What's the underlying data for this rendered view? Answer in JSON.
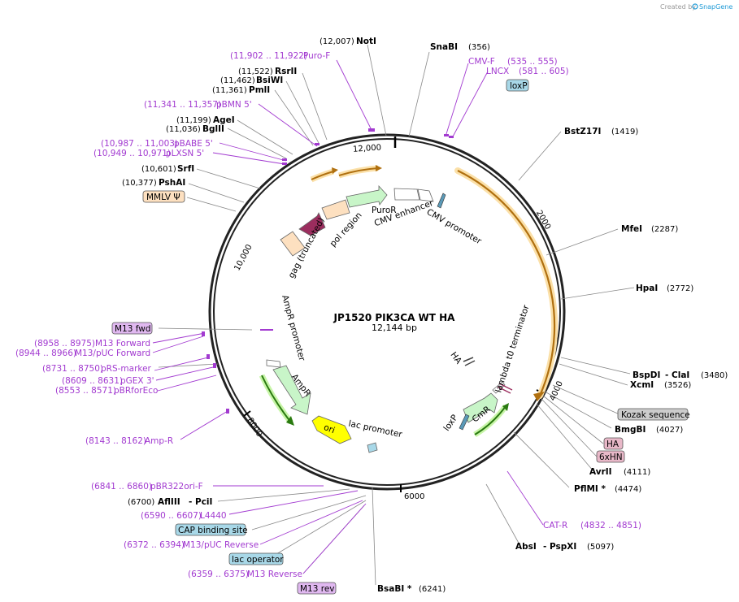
{
  "header": {
    "created_by": "Created by",
    "brand": "SnapGene"
  },
  "map": {
    "name": "JP1520 PIK3CA WT HA",
    "length": "12,144 bp",
    "ticks": [
      "12,000",
      "2000",
      "4000",
      "6000",
      "8000",
      "10,000"
    ]
  },
  "enzymes": [
    {
      "pos": "(12,007)",
      "name": "NotI"
    },
    {
      "name": "SnaBI",
      "pos": "(356)"
    },
    {
      "pos": "(11,522)",
      "name": "RsrII"
    },
    {
      "pos": "(11,462)",
      "name": "BsiWI"
    },
    {
      "pos": "(11,361)",
      "name": "PmlI"
    },
    {
      "pos": "(11,199)",
      "name": "AgeI"
    },
    {
      "pos": "(11,036)",
      "name": "BglII"
    },
    {
      "pos": "(10,601)",
      "name": "SrfI"
    },
    {
      "pos": "(10,377)",
      "name": "PshAI"
    },
    {
      "name": "BstZ17I",
      "pos": "(1419)"
    },
    {
      "name": "MfeI",
      "pos": "(2287)"
    },
    {
      "name": "HpaI",
      "pos": "(2772)"
    },
    {
      "name": "BspDI",
      "name2": "- ClaI",
      "pos": "(3480)"
    },
    {
      "name": "XcmI",
      "pos": "(3526)"
    },
    {
      "name": "BmgBI",
      "pos": "(4027)"
    },
    {
      "name": "AvrII",
      "pos": "(4111)"
    },
    {
      "name": "PflMI *",
      "pos": "(4474)"
    },
    {
      "name": "AbsI",
      "name2": "- PspXI",
      "pos": "(5097)"
    },
    {
      "name": "BsaBI *",
      "pos": "(6241)"
    },
    {
      "pos": "(6700)",
      "name": "AflIII",
      "name2": "- PciI"
    }
  ],
  "primers": [
    {
      "pos": "(11,902 .. 11,922)",
      "name": "Puro-F"
    },
    {
      "pos": "(11,341 .. 11,357)",
      "name": "pBMN 5'"
    },
    {
      "pos": "(10,987 .. 11,003)",
      "name": "pBABE 5'"
    },
    {
      "pos": "(10,949 .. 10,971)",
      "name": "pLXSN 5'"
    },
    {
      "name": "CMV-F",
      "pos": "(535 .. 555)"
    },
    {
      "name": "LNCX",
      "pos": "(581 .. 605)"
    },
    {
      "pos": "(8958 .. 8975)",
      "name": "M13 Forward"
    },
    {
      "pos": "(8944 .. 8966)",
      "name": "M13/pUC Forward"
    },
    {
      "pos": "(8731 .. 8750)",
      "name": "pRS-marker"
    },
    {
      "pos": "(8609 .. 8631)",
      "name": "pGEX 3'"
    },
    {
      "pos": "(8553 .. 8571)",
      "name": "pBRforEco"
    },
    {
      "pos": "(8143 .. 8162)",
      "name": "Amp-R"
    },
    {
      "pos": "(6841 .. 6860)",
      "name": "pBR322ori-F"
    },
    {
      "pos": "(6590 .. 6607)",
      "name": "L4440"
    },
    {
      "pos": "(6372 .. 6394)",
      "name": "M13/pUC Reverse"
    },
    {
      "pos": "(6359 .. 6375)",
      "name": "M13 Reverse"
    },
    {
      "name": "CAT-R",
      "pos": "(4832 .. 4851)"
    }
  ],
  "boxed_features": {
    "loxp_top": "loxP",
    "mmlv": "MMLV Ψ",
    "m13fwd": "M13 fwd",
    "kozak": "Kozak sequence",
    "ha_box": "HA",
    "sixhn": "6xHN",
    "cap": "CAP binding site",
    "lacop": "lac operator",
    "m13rev": "M13 rev"
  },
  "features": {
    "gag": "gag (truncated)",
    "pol": "pol region",
    "puror": "PuroR",
    "cmv_enh": "CMV enhancer",
    "cmv_prom": "CMV promoter",
    "ampr_prom": "AmpR promoter",
    "ampr": "AmpR",
    "ori": "ori",
    "lac_prom": "lac promoter",
    "ha": "HA",
    "lambda": "lambda t0 terminator",
    "loxp_in": "loxP",
    "cmr": "CmR"
  },
  "colors": {
    "orf_orange": "#e8a030",
    "puror_green": "#c8f5c8",
    "gag_peach": "#fde0c0",
    "pol_maroon": "#9b2d5e",
    "ori_yellow": "#ffff00",
    "primer_purple": "#a23ad0",
    "loxp_blue": "#a8d8e8",
    "kozak_gray": "#cccccc",
    "ha_pink": "#e8b8c8"
  }
}
